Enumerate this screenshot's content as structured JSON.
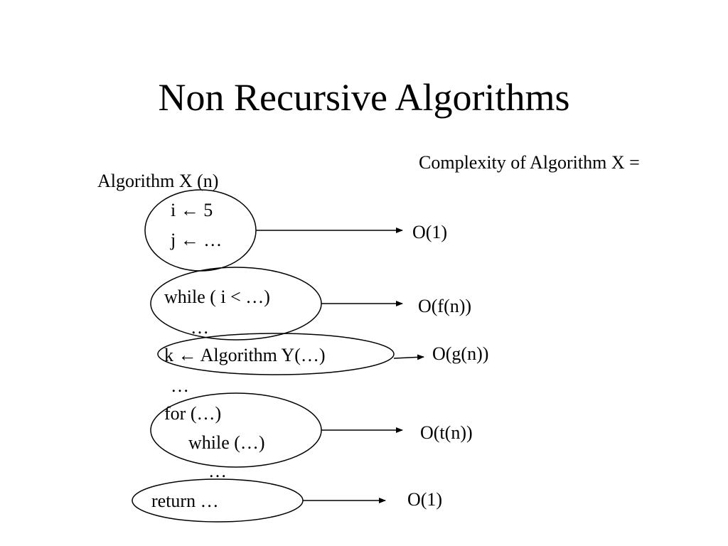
{
  "slide": {
    "title": "Non Recursive Algorithms",
    "complexity_heading": "Complexity of Algorithm X ="
  },
  "code": {
    "header": "Algorithm X (n)",
    "line_i": "i ← 5",
    "line_j": "j ← …",
    "line_while": "while ( i < …)",
    "line_while_body": "…",
    "line_k": "k ← Algorithm Y(…)",
    "line_ellipsis": "…",
    "line_for": "for (…)",
    "line_inner_while": "while (…)",
    "line_inner_body": "…",
    "line_return": "return …"
  },
  "complexities": {
    "assign": "O(1)",
    "while_loop": "O(f(n))",
    "call": "O(g(n))",
    "nested_loop": "O(t(n))",
    "return": "O(1)"
  }
}
